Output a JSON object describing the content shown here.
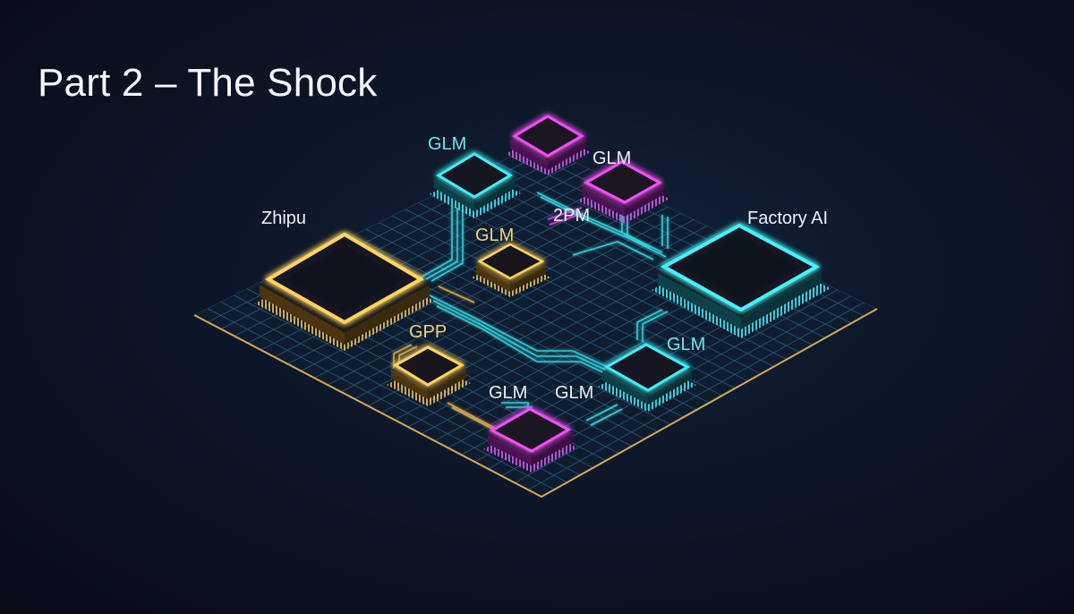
{
  "slide": {
    "title": "Part 2 – The Shock"
  },
  "colors": {
    "background": "#0d1628",
    "gold": "#f5c542",
    "cyan": "#2ee6f0",
    "magenta": "#e040f0",
    "grid": "#2f6f99",
    "board_edge": "#d9a85a"
  },
  "labels": {
    "zhipu": "Zhipu",
    "factory_ai": "Factory AI",
    "glm_top_left": "GLM",
    "glm_top_right": "GLM",
    "two_pm": "2PM",
    "glm_center": "GLM",
    "gpp": "GPP",
    "glm_bottom_left": "GLM",
    "glm_bottom_mid": "GLM",
    "glm_right": "GLM"
  }
}
